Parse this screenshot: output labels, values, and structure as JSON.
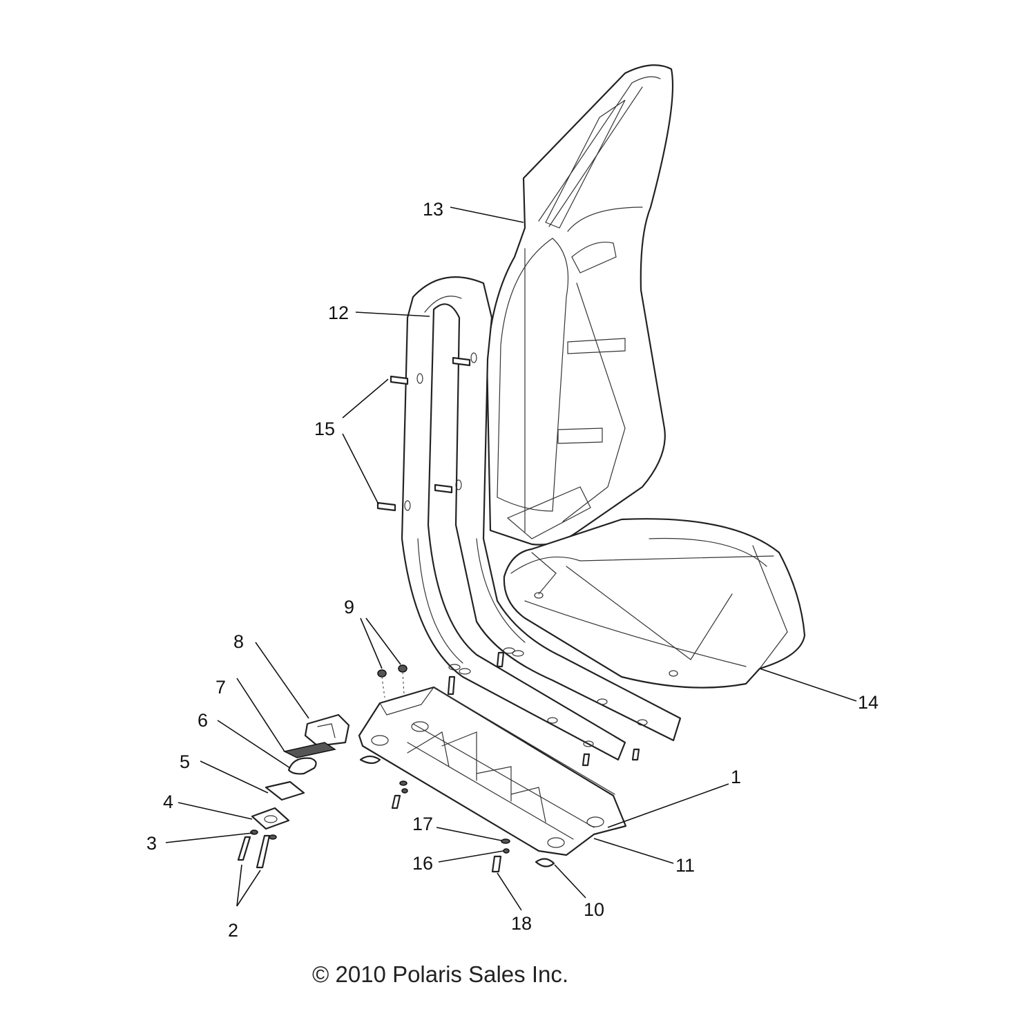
{
  "diagram": {
    "callouts": [
      {
        "id": "1",
        "label": "1"
      },
      {
        "id": "2",
        "label": "2"
      },
      {
        "id": "3",
        "label": "3"
      },
      {
        "id": "4",
        "label": "4"
      },
      {
        "id": "5",
        "label": "5"
      },
      {
        "id": "6",
        "label": "6"
      },
      {
        "id": "7",
        "label": "7"
      },
      {
        "id": "8",
        "label": "8"
      },
      {
        "id": "9",
        "label": "9"
      },
      {
        "id": "10",
        "label": "10"
      },
      {
        "id": "11",
        "label": "11"
      },
      {
        "id": "12",
        "label": "12"
      },
      {
        "id": "13",
        "label": "13"
      },
      {
        "id": "14",
        "label": "14"
      },
      {
        "id": "15",
        "label": "15"
      },
      {
        "id": "16",
        "label": "16"
      },
      {
        "id": "17",
        "label": "17"
      },
      {
        "id": "18",
        "label": "18"
      }
    ],
    "copyright": "© 2010 Polaris Sales Inc."
  }
}
